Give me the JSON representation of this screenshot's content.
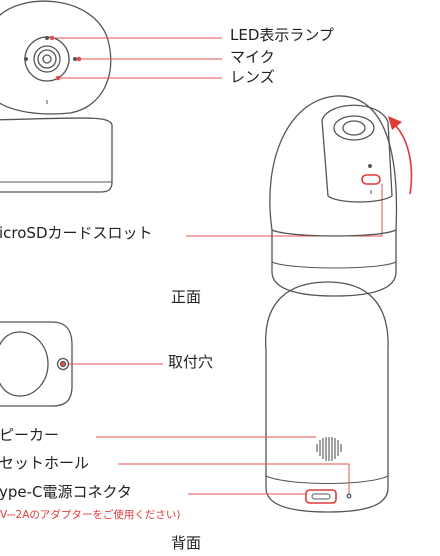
{
  "front": {
    "labels": {
      "led": "LED表示ランプ",
      "mic": "マイク",
      "lens": "レンズ",
      "microsd": "icroSDカードスロット"
    },
    "caption": "正面"
  },
  "back": {
    "labels": {
      "mount": "取付穴",
      "speaker": "ピーカー",
      "reset": "セットホール",
      "power": "ype-C電源コネクタ"
    },
    "power_note": "V⎓2Aのアダプターをご使用ください)",
    "caption": "背面"
  },
  "colors": {
    "leader": "#e05050",
    "outline": "#555555",
    "accent_red": "#e03a3a"
  }
}
